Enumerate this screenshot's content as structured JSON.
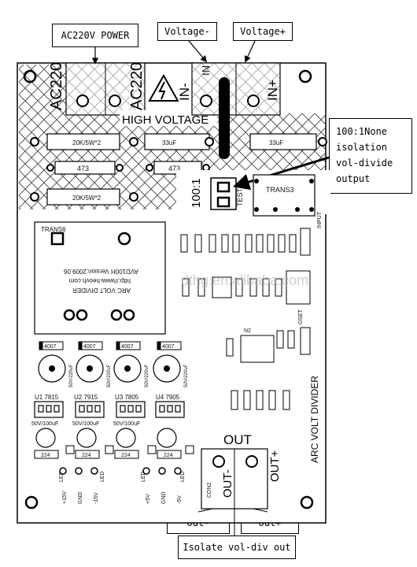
{
  "callouts": {
    "power": "AC220V POWER",
    "voltage_minus": "Voltage-",
    "voltage_plus": "Voltage+",
    "isolation": "100:1None\nisolation\nvol-divide\noutput",
    "out_minus": "Out-",
    "out_plus": "Out+",
    "isolate_out": "Isolate vol-div out"
  },
  "board": {
    "ac220_left": "AC220",
    "ac220_right": "AC220",
    "in_minus": "IN-",
    "in_plus": "IN+",
    "high_voltage": "HIGH VOLTAGE",
    "r102": "20K/5W*2",
    "r103": "20K/5W*2",
    "cap_33uf_1": "33uF",
    "cap_33uf_2": "33uF",
    "cap_473_1": "473",
    "cap_473_2": "473",
    "ratio": "100:1",
    "test": "TEST",
    "trans3": "TRANS3",
    "input": "INPUT",
    "trans6": "TRANS6",
    "trans6_text1": "ARC VOLT DIVIDER",
    "trans6_text2": "http://www.heovh.com",
    "trans6_text3": "AVD100H Version:2009.06",
    "diode": "4007",
    "cap_top": "50V/220uF",
    "reg_u1": "U1 7815",
    "reg_u2": "U2 7915",
    "reg_u3": "U3 7805",
    "reg_u4": "U4 7905",
    "cap_mid": "50V/100uF",
    "cap_224": "224",
    "rail_1": "+15V",
    "rail_2": "GND",
    "rail_3": "-15V",
    "rail_4": "+5V",
    "rail_5": "GND",
    "rail_6": "-5V",
    "led": "LED",
    "out": "OUT",
    "out_minus": "OUT-",
    "out_plus": "OUT+",
    "arc_volt": "ARC VOLT DIVIDER",
    "con2": "CON2",
    "n2": "N2",
    "oset": "OSET",
    "watermark": "dthg.en.alibaba.com"
  }
}
